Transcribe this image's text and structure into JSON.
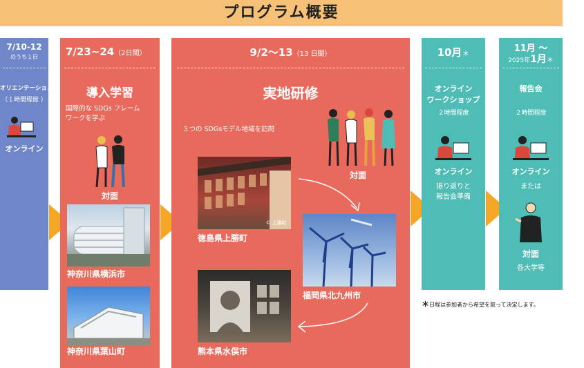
{
  "header": {
    "title": "プログラム概要"
  },
  "col1": {
    "date": "7/10-12",
    "date_sub": "のうち１日",
    "title": "オリエンテーション",
    "sub": "（１時間程度 ）",
    "mode": "オンライン"
  },
  "col2": {
    "date": "7/23~24",
    "days": "（2日間）",
    "title": "導入学習",
    "desc_1": "国際的な SDGs フレーム",
    "desc_2": "ワークを学ぶ",
    "mode": "対面",
    "place_1": "神奈川県横浜市",
    "place_2": "神奈川県葉山町"
  },
  "col3": {
    "date": "9/2〜13",
    "days": "（13 日間）",
    "title": "実地研修",
    "desc": "３つの SDGsモデル地域を訪問",
    "mode": "対面",
    "place_1": "徳島県上勝町",
    "credit": "© 上勝町",
    "place_2": "福岡県北九州市",
    "place_3": "熊本県水俣市"
  },
  "col4": {
    "date": "10月",
    "asterisk": "＊",
    "title_1": "オンライン",
    "title_2": "ワークショップ",
    "sub": "２時間程度",
    "mode": "オンライン",
    "note_1": "振り返りと",
    "note_2": "報告会準備"
  },
  "col5": {
    "date_1": "11月 ～",
    "date_2a": "2025年",
    "date_2b": "1月",
    "asterisk": "＊",
    "title": "報告会",
    "sub": "２時間程度",
    "mode": "オンライン",
    "or": "または",
    "mode2": "対面",
    "note": "各大学等"
  },
  "footnote": {
    "star": "＊",
    "text": "日程は参加者から希望を取って決定します。"
  },
  "colors": {
    "header": "#f7c077",
    "blue": "#6f86c8",
    "red": "#e86a5d",
    "teal": "#4fbdb6",
    "arrow": "#f4a626"
  }
}
